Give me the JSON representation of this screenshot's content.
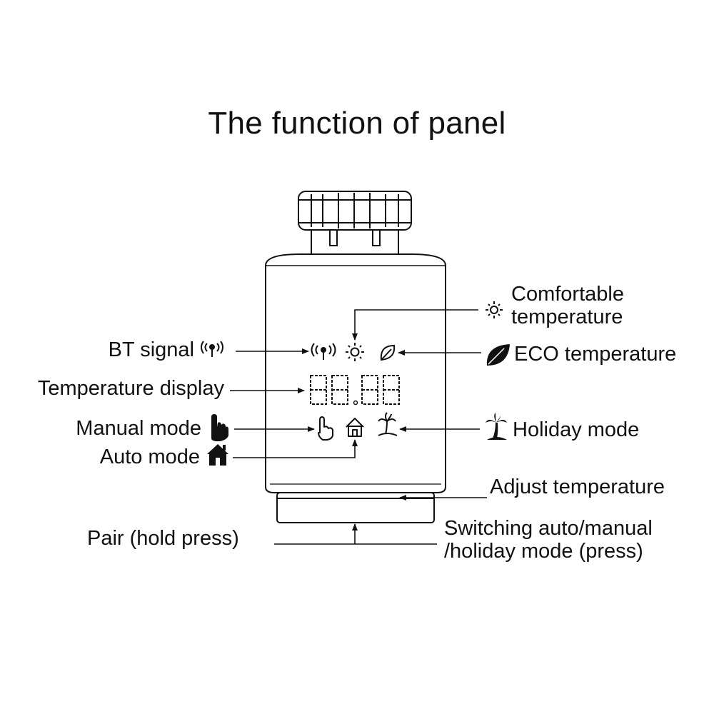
{
  "title": "The function of panel",
  "display_digits": "88.88",
  "labels": {
    "comfortable_line1": "Comfortable",
    "comfortable_line2": "temperature",
    "bt_signal": "BT signal",
    "eco_temperature": "ECO temperature",
    "temperature_display": "Temperature display",
    "manual_mode": "Manual mode",
    "holiday_mode": "Holiday mode",
    "auto_mode": "Auto mode",
    "adjust_temperature": "Adjust temperature",
    "pair": "Pair (hold press)",
    "switching_line1": "Switching auto/manual",
    "switching_line2": "/holiday mode (press)"
  },
  "icons": [
    "bluetooth-signal-icon",
    "sun-icon",
    "leaf-icon",
    "hand-icon",
    "house-icon",
    "palm-tree-icon"
  ],
  "colors": {
    "ink": "#111111",
    "background": "#ffffff"
  }
}
